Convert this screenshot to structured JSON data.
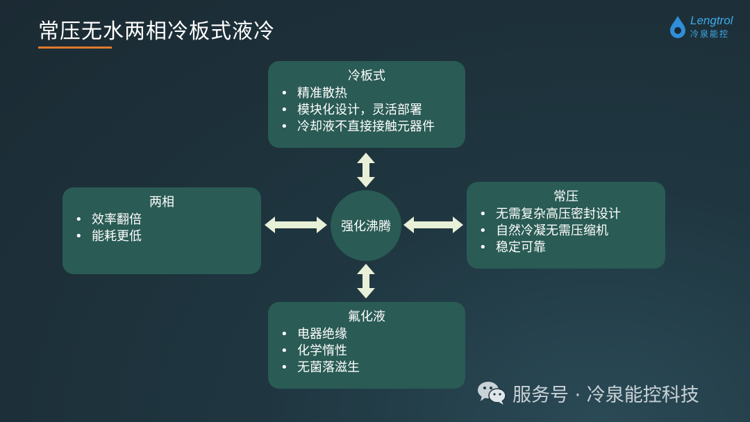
{
  "page": {
    "title": "常压无水两相冷板式液冷"
  },
  "logo": {
    "en": "Lengtrol",
    "cn": "冷泉能控"
  },
  "diagram": {
    "center": "强化沸腾",
    "top": {
      "title": "冷板式",
      "items": [
        "精准散热",
        "模块化设计，灵活部署",
        "冷却液不直接接触元器件"
      ]
    },
    "left": {
      "title": "两相",
      "items": [
        "效率翻倍",
        "能耗更低"
      ]
    },
    "right": {
      "title": "常压",
      "items": [
        "无需复杂高压密封设计",
        "自然冷凝无需压缩机",
        "稳定可靠"
      ]
    },
    "bottom": {
      "title": "氟化液",
      "items": [
        "电器绝缘",
        "化学惰性",
        "无菌落滋生"
      ]
    }
  },
  "watermark": {
    "text": "服务号 · 冷泉能控科技"
  },
  "colors": {
    "background": "#1f3640",
    "box": "#2a5b55",
    "accent": "#e07a2e",
    "arrow": "#e8f0d8",
    "logo": "#3da9e8"
  }
}
